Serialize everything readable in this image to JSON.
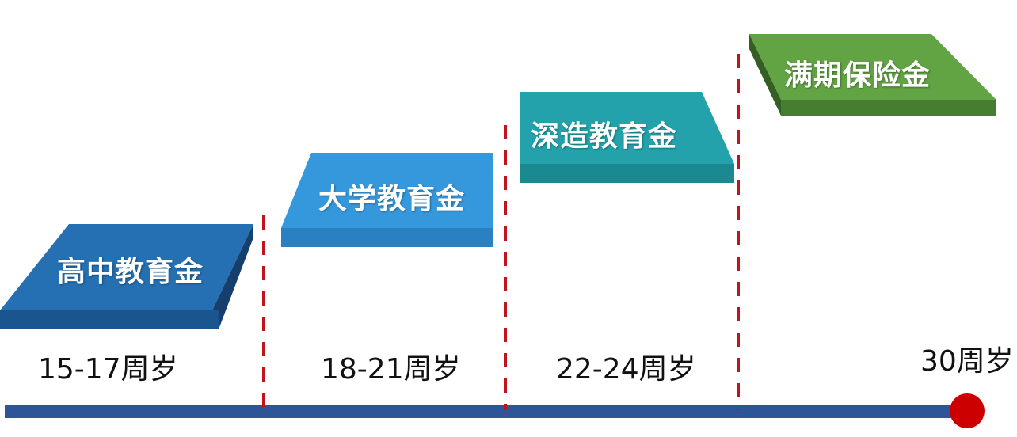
{
  "diagram": {
    "type": "staircase-timeline",
    "colors": {
      "timeline": "#2E5597",
      "divider": "#C0121F",
      "end_marker": "#CC0000",
      "step1_top": "#2470B3",
      "step1_side": "#1A5590",
      "step2_top": "#3598DD",
      "step2_side": "#2A80C0",
      "step3_top": "#23A2AC",
      "step3_side": "#1B8990",
      "step4_top": "#62A344",
      "step4_side": "#467D30",
      "label_text": "#FFFFFF",
      "age_text": "#111111"
    },
    "steps": [
      {
        "label": "高中教育金",
        "age": "15-17周岁"
      },
      {
        "label": "大学教育金",
        "age": "18-21周岁"
      },
      {
        "label": "深造教育金",
        "age": "22-24周岁"
      },
      {
        "label": "满期保险金",
        "age": "30周岁"
      }
    ]
  }
}
